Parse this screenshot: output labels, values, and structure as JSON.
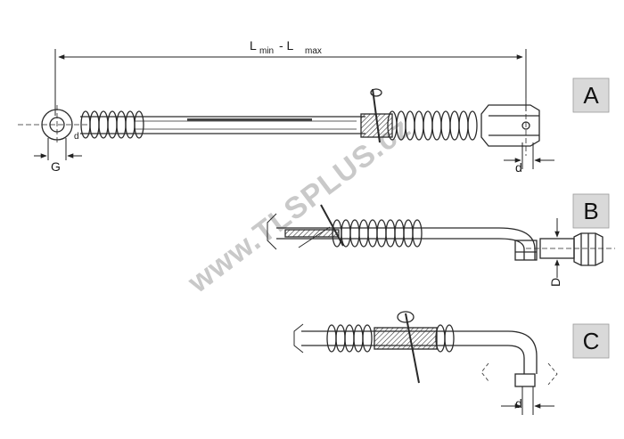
{
  "labels": {
    "length_L": "L",
    "length_min": "min",
    "length_sep": " - L",
    "length_max": "max",
    "dim_G": "G",
    "dim_d_a": "d",
    "dim_D": "D",
    "dim_d_c": "d",
    "dim_d_small": "d"
  },
  "variants": [
    {
      "letter": "A"
    },
    {
      "letter": "B"
    },
    {
      "letter": "C"
    }
  ],
  "watermark": "www.TLSPLUS.cz",
  "colors": {
    "line": "#2a2a2a",
    "box": "#d9d9d9",
    "watermark": "#c9c9c9",
    "paper": "#ffffff"
  }
}
